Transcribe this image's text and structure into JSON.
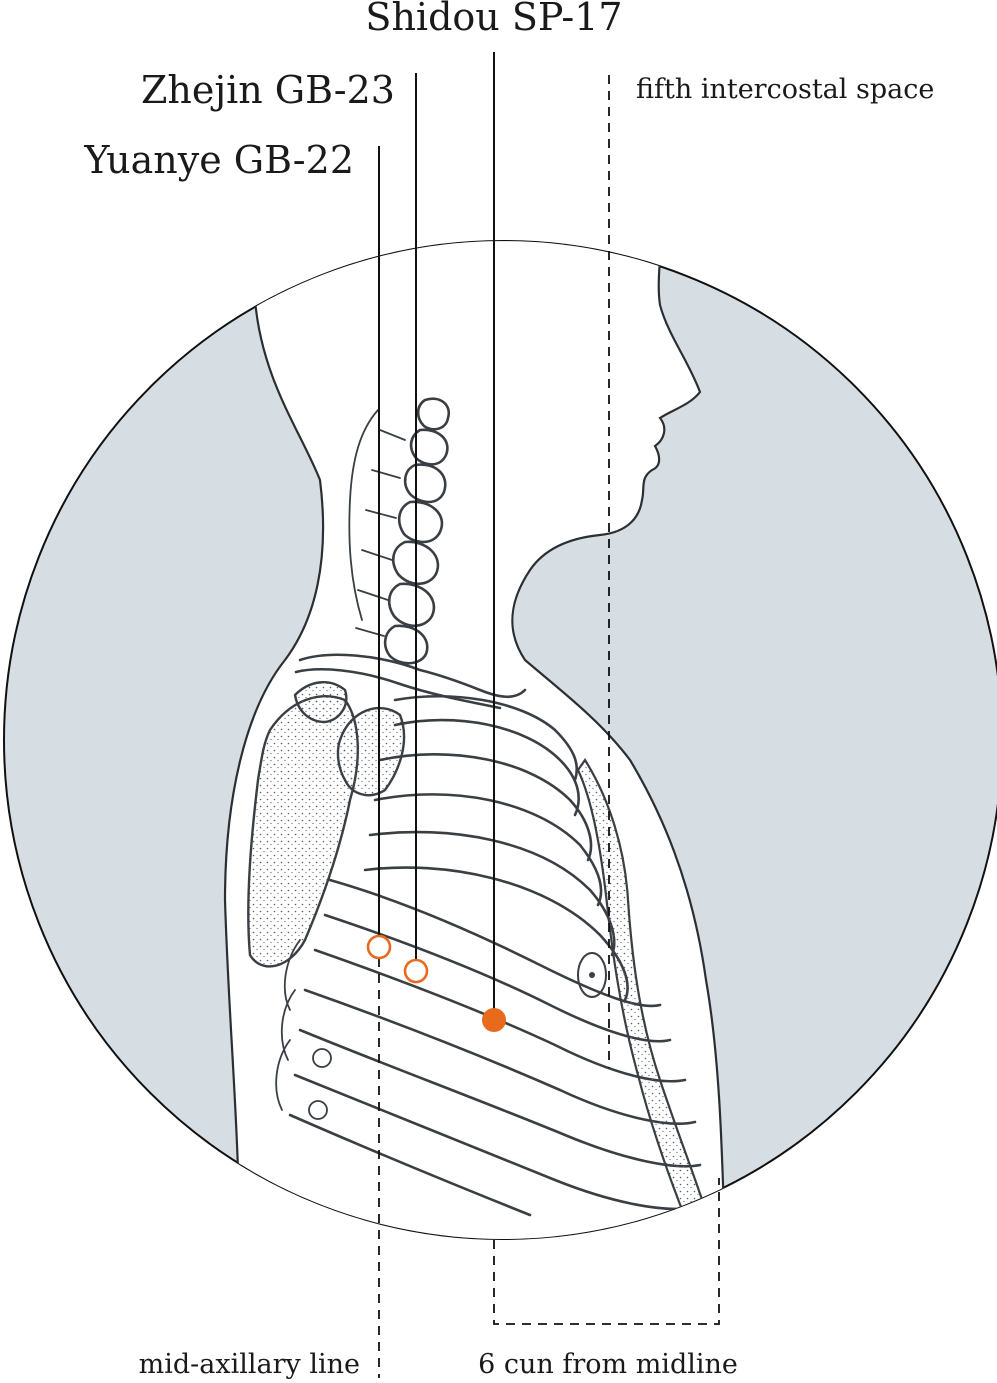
{
  "labels": {
    "shidou": "Shidou SP-17",
    "zhejin": "Zhejin GB-23",
    "yuanye": "Yuanye GB-22",
    "fifth_intercostal": "fifth intercostal space",
    "mid_axillary": "mid-axillary line",
    "six_cun": "6 cun from midline"
  },
  "colors": {
    "background_disc": "#d7dee3",
    "body_fill": "#ffffff",
    "ink": "#3a3f45",
    "point_accent": "#e86a1c",
    "label_text": "#1a1a1a"
  },
  "points": [
    {
      "name": "Yuanye GB-22",
      "style": "hollow"
    },
    {
      "name": "Zhejin GB-23",
      "style": "hollow"
    },
    {
      "name": "Shidou SP-17",
      "style": "filled"
    }
  ]
}
